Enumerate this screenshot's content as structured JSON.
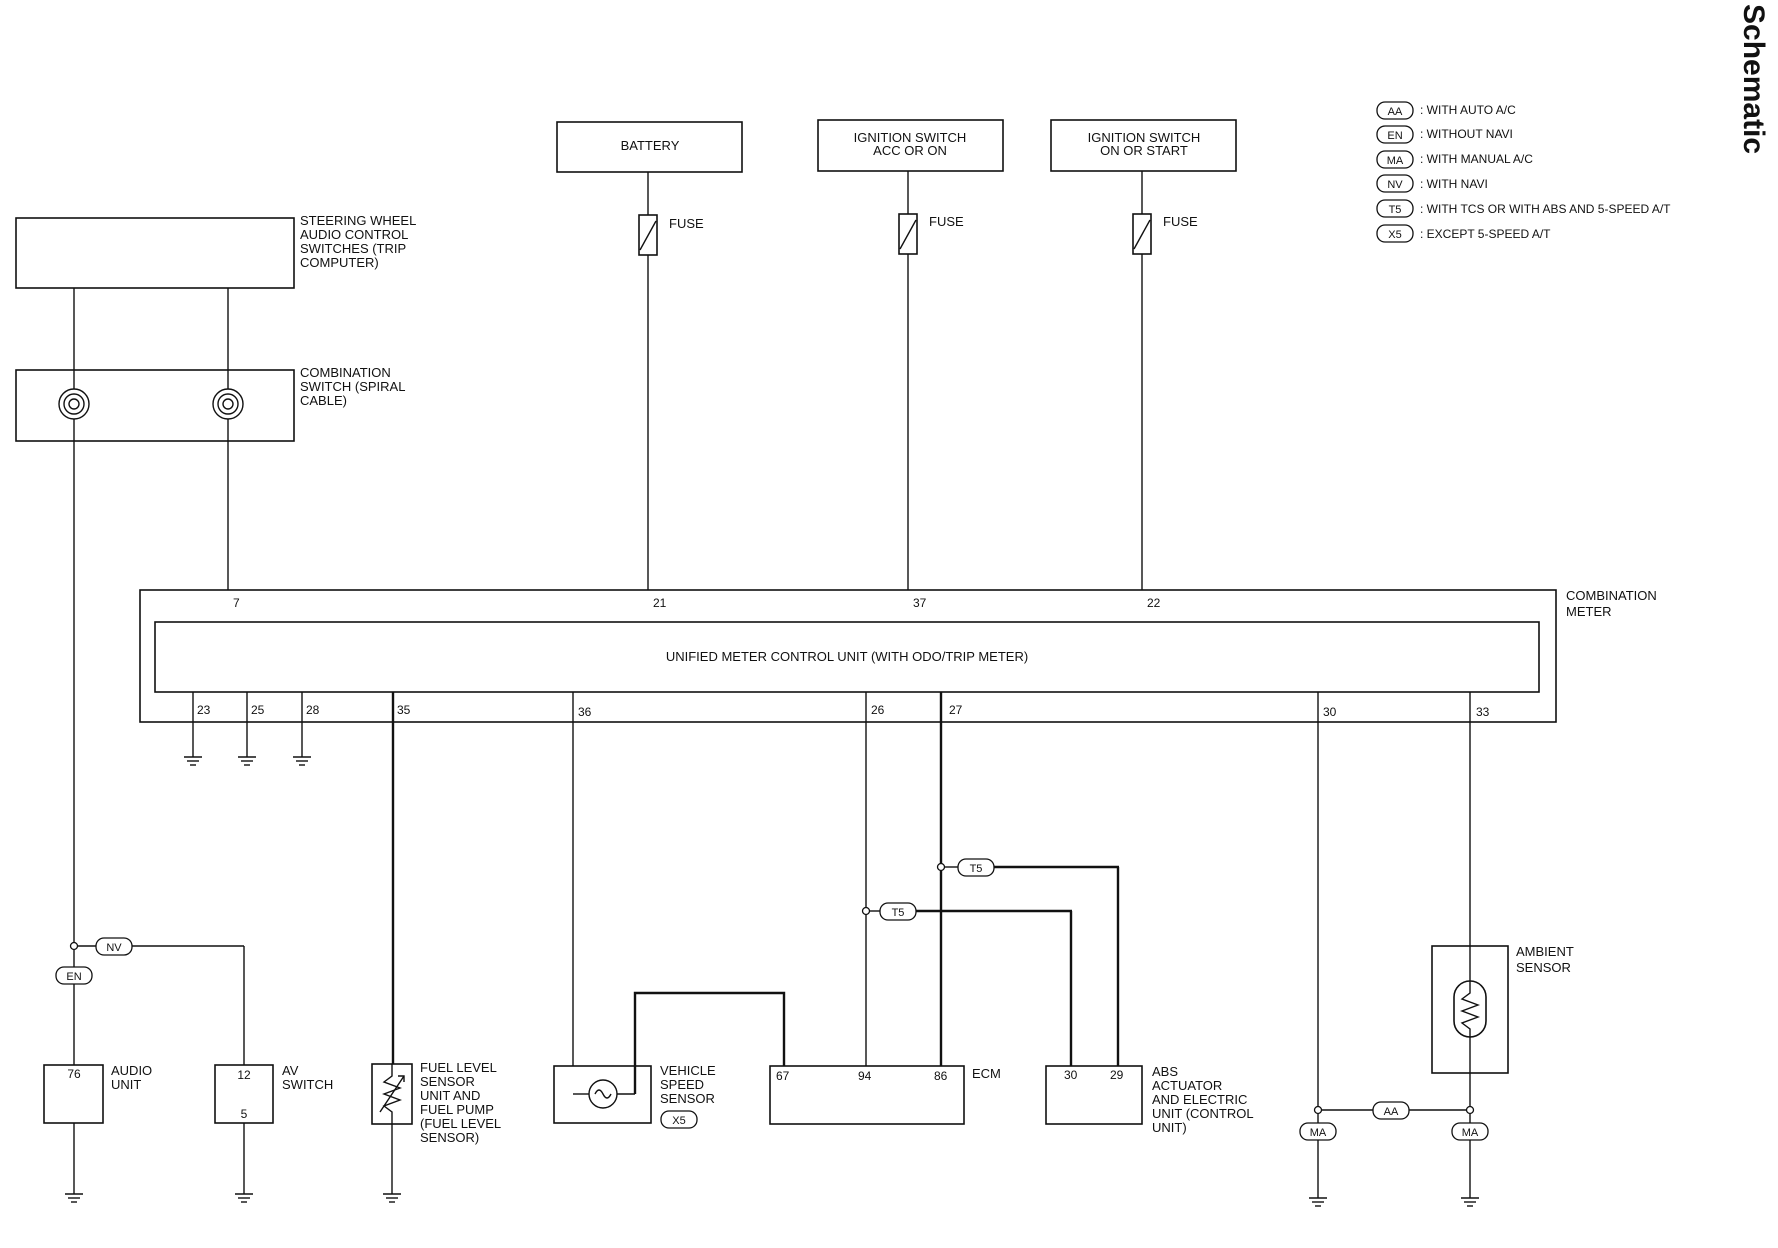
{
  "page_heading": "Schematic",
  "legend": [
    {
      "code": "AA",
      "text": ": WITH AUTO A/C"
    },
    {
      "code": "EN",
      "text": ": WITHOUT NAVI"
    },
    {
      "code": "MA",
      "text": ": WITH MANUAL A/C"
    },
    {
      "code": "NV",
      "text": ": WITH NAVI"
    },
    {
      "code": "T5",
      "text": ": WITH TCS OR WITH ABS AND 5-SPEED A/T"
    },
    {
      "code": "X5",
      "text": ": EXCEPT 5-SPEED A/T"
    }
  ],
  "supplies": {
    "battery": "BATTERY",
    "ign_acc": [
      "IGNITION SWITCH",
      "ACC OR ON"
    ],
    "ign_start": [
      "IGNITION SWITCH",
      "ON OR START"
    ],
    "fuse": "FUSE"
  },
  "steering_switch_label": [
    "STEERING WHEEL",
    "AUDIO CONTROL",
    "SWITCHES (TRIP",
    "COMPUTER)"
  ],
  "spiral_cable_label": [
    "COMBINATION",
    "SWITCH (SPIRAL",
    "CABLE)"
  ],
  "combination_meter": {
    "label": [
      "COMBINATION",
      "METER"
    ],
    "control_unit": "UNIFIED METER CONTROL UNIT (WITH ODO/TRIP METER)",
    "top_pins": [
      "7",
      "21",
      "37",
      "22"
    ],
    "bottom_pins": [
      "23",
      "25",
      "28",
      "35",
      "36",
      "26",
      "27",
      "30",
      "33"
    ]
  },
  "audio_unit": {
    "label": [
      "AUDIO",
      "UNIT"
    ],
    "pin": "76"
  },
  "av_switch": {
    "label": [
      "AV",
      "SWITCH"
    ],
    "pins": [
      "12",
      "5"
    ]
  },
  "fuel_sensor_label": [
    "FUEL LEVEL",
    "SENSOR",
    "UNIT AND",
    "FUEL PUMP",
    "(FUEL LEVEL",
    "SENSOR)"
  ],
  "vehicle_speed_sensor_label": [
    "VEHICLE",
    "SPEED",
    "SENSOR"
  ],
  "ecm": {
    "label": "ECM",
    "pins": [
      "67",
      "94",
      "86"
    ]
  },
  "abs_unit": {
    "label": [
      "ABS",
      "ACTUATOR",
      "AND ELECTRIC",
      "UNIT (CONTROL",
      "UNIT)"
    ],
    "pins": [
      "30",
      "29"
    ]
  },
  "ambient_sensor_label": [
    "AMBIENT",
    "SENSOR"
  ],
  "option_tags": {
    "nv": "NV",
    "en": "EN",
    "x5": "X5",
    "t5_upper": "T5",
    "t5_lower": "T5",
    "aa": "AA",
    "ma_left": "MA",
    "ma_right": "MA"
  }
}
